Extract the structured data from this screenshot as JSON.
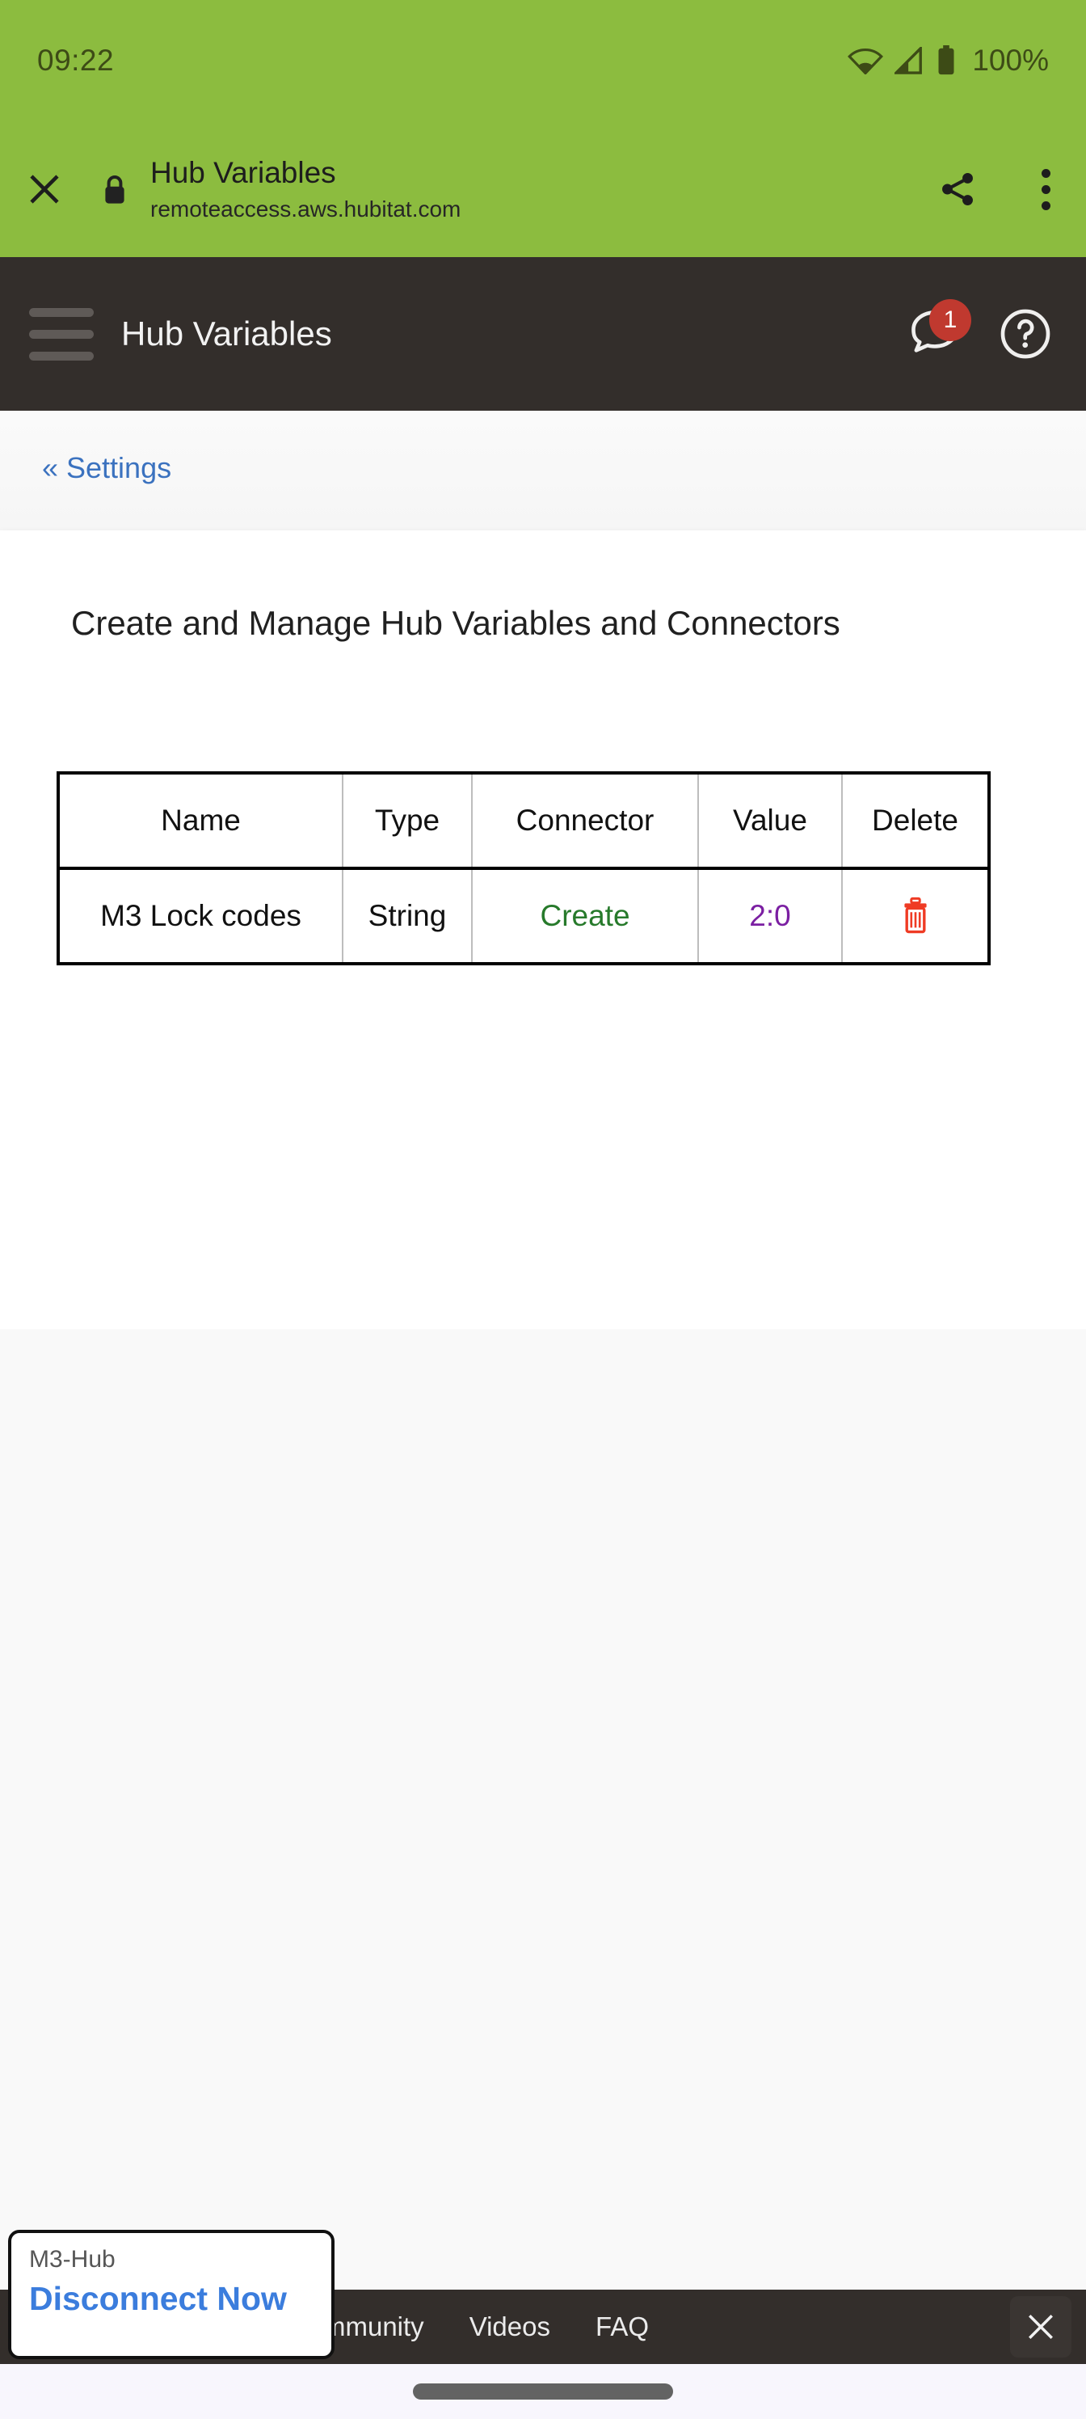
{
  "status_bar": {
    "time": "09:22",
    "battery_text": "100%",
    "icons": [
      "wifi-icon",
      "cellular-signal-icon",
      "battery-icon"
    ],
    "background_color": "#8cbc3f"
  },
  "browser_tab": {
    "close_icon": "close-icon",
    "lock_icon": "lock-icon",
    "title": "Hub Variables",
    "url": "remoteaccess.aws.hubitat.com",
    "share_icon": "share-icon",
    "overflow_icon": "more-vertical-icon"
  },
  "app_header": {
    "menu_icon": "hamburger-menu-icon",
    "title": "Hub Variables",
    "notifications": {
      "icon": "speech-bubble-icon",
      "badge_count": "1",
      "badge_color": "#c0392f"
    },
    "help_icon": "help-circle-icon",
    "background_color": "#332e2b"
  },
  "breadcrumb": {
    "label": "« Settings",
    "link_color": "#3b72bf"
  },
  "main": {
    "heading": "Create and Manage Hub Variables and Connectors",
    "table": {
      "columns": [
        "Name",
        "Type",
        "Connector",
        "Value",
        "Delete"
      ],
      "rows": [
        {
          "name": "M3 Lock codes",
          "type": "String",
          "connector": "Create",
          "value": "2:0",
          "delete_icon": "trash-icon"
        }
      ],
      "add_button": {
        "icon": "plus-icon",
        "color": "#2a6b2a"
      },
      "connector_link_color": "#277a2b",
      "value_link_color": "#7b1fa2",
      "delete_icon_color": "#ef3b24"
    }
  },
  "footer": {
    "links": [
      "mmunity",
      "Videos",
      "FAQ"
    ],
    "close_icon": "close-icon",
    "background_color": "#332e2b"
  },
  "disconnect_popup": {
    "hub_name": "M3-Hub",
    "action_label": "Disconnect Now",
    "action_color": "#3b7ddd"
  },
  "gesture_bar": {
    "handle": "home-gesture-handle"
  }
}
